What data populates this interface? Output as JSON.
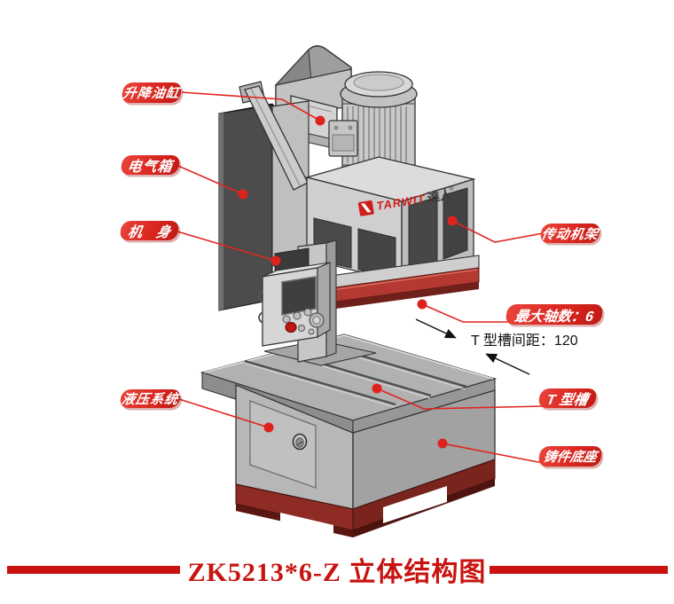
{
  "title": {
    "text": "ZK5213*6-Z 立体结构图"
  },
  "brand": {
    "name": "TARWIT",
    "cn": "達人",
    "reg": "®"
  },
  "labels": {
    "lifting_cylinder": "升降油缸",
    "electrical_box": "电气箱",
    "machine_body": "机　身",
    "hydraulic_system": "液压系统",
    "transmission_frame": "传动机架",
    "max_spindle_count": "最大轴数：6",
    "t_slot": "T 型槽",
    "cast_base": "铸件底座"
  },
  "dimension_note": {
    "text": "T 型槽间距：120"
  },
  "colors": {
    "badge_red": "#da261f",
    "callout_line_red": "#e2251f",
    "title_red": "#c81410",
    "spindle_box_red": "#b43a31",
    "base_plinth_red": "#8e2b24"
  }
}
